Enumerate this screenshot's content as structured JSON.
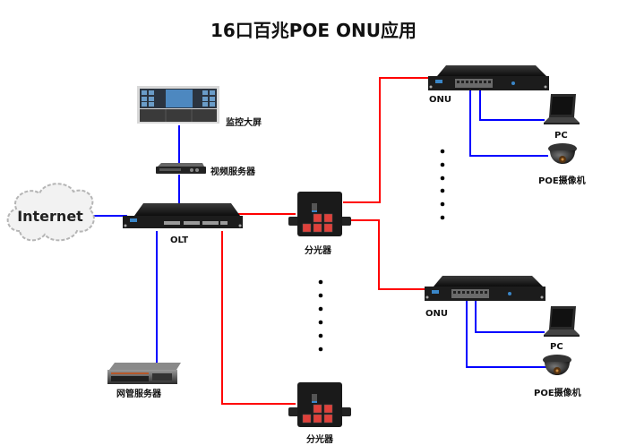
{
  "title": "16口百兆POE ONU应用",
  "colors": {
    "optical_link": "#ff0000",
    "ethernet_link": "#0000ff",
    "device_body": "#1a1a1a",
    "splitter_port": "#e0403a"
  },
  "nodes": {
    "internet": {
      "label": "Internet",
      "icon": "cloud-icon"
    },
    "video_wall": {
      "label": "监控大屏",
      "icon": "video-wall-icon"
    },
    "video_server": {
      "label": "视频服务器",
      "icon": "nvr-icon"
    },
    "olt": {
      "label": "OLT",
      "icon": "rack-switch-icon"
    },
    "nms_server": {
      "label": "网管服务器",
      "icon": "rack-server-icon"
    },
    "splitter_top": {
      "label": "分光器",
      "icon": "splitter-icon"
    },
    "splitter_bottom": {
      "label": "分光器",
      "icon": "splitter-icon"
    },
    "onu_top": {
      "label": "ONU",
      "icon": "rack-switch-icon"
    },
    "onu_bottom": {
      "label": "ONU",
      "icon": "rack-switch-icon"
    },
    "pc_top": {
      "label": "PC",
      "icon": "laptop-icon"
    },
    "pc_bottom": {
      "label": "PC",
      "icon": "laptop-icon"
    },
    "camera_top": {
      "label": "POE摄像机",
      "icon": "dome-camera-icon"
    },
    "camera_bottom": {
      "label": "POE摄像机",
      "icon": "dome-camera-icon"
    }
  },
  "links": [
    {
      "from": "internet",
      "to": "olt",
      "type": "ethernet"
    },
    {
      "from": "video_wall",
      "to": "video_server",
      "type": "ethernet"
    },
    {
      "from": "video_server",
      "to": "olt",
      "type": "ethernet"
    },
    {
      "from": "olt",
      "to": "nms_server",
      "type": "ethernet"
    },
    {
      "from": "olt",
      "to": "splitter_top",
      "type": "optical"
    },
    {
      "from": "olt",
      "to": "splitter_bottom",
      "type": "optical"
    },
    {
      "from": "splitter_top",
      "to": "onu_top",
      "type": "optical"
    },
    {
      "from": "splitter_top",
      "to": "onu_bottom",
      "type": "optical"
    },
    {
      "from": "onu_top",
      "to": "pc_top",
      "type": "ethernet"
    },
    {
      "from": "onu_top",
      "to": "camera_top",
      "type": "ethernet"
    },
    {
      "from": "onu_bottom",
      "to": "pc_bottom",
      "type": "ethernet"
    },
    {
      "from": "onu_bottom",
      "to": "camera_bottom",
      "type": "ethernet"
    }
  ],
  "ellipses": [
    {
      "name": "more-onus-ellipsis",
      "count": 6
    },
    {
      "name": "more-splitters-ellipsis",
      "count": 6
    }
  ]
}
